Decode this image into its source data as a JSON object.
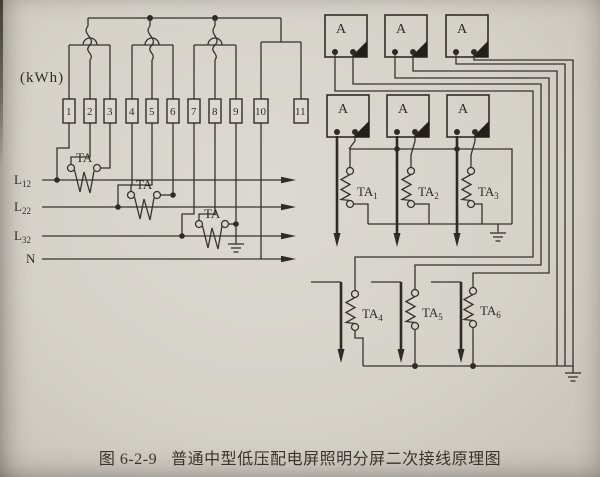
{
  "caption": {
    "figure": "图 6-2-9",
    "title": "普通中型低压配电屏照明分屏二次接线原理图"
  },
  "kwh_meter": {
    "label": "(kWh)",
    "terminals": [
      "1",
      "2",
      "3",
      "4",
      "5",
      "6",
      "7",
      "8",
      "9",
      "10",
      "11"
    ]
  },
  "phase_lines": [
    {
      "name": "L",
      "sub": "12"
    },
    {
      "name": "L",
      "sub": "22"
    },
    {
      "name": "L",
      "sub": "32"
    },
    {
      "name": "N",
      "sub": ""
    }
  ],
  "left_cts": [
    {
      "label": "TA"
    },
    {
      "label": "TA"
    },
    {
      "label": "TA"
    }
  ],
  "ammeters": [
    "A",
    "A",
    "A",
    "A",
    "A",
    "A"
  ],
  "right_cts": [
    {
      "name": "TA",
      "sub": "1"
    },
    {
      "name": "TA",
      "sub": "2"
    },
    {
      "name": "TA",
      "sub": "3"
    },
    {
      "name": "TA",
      "sub": "4"
    },
    {
      "name": "TA",
      "sub": "5"
    },
    {
      "name": "TA",
      "sub": "6"
    }
  ],
  "colors": {
    "ink": "#36322c",
    "paper": "#d8d5cd"
  }
}
